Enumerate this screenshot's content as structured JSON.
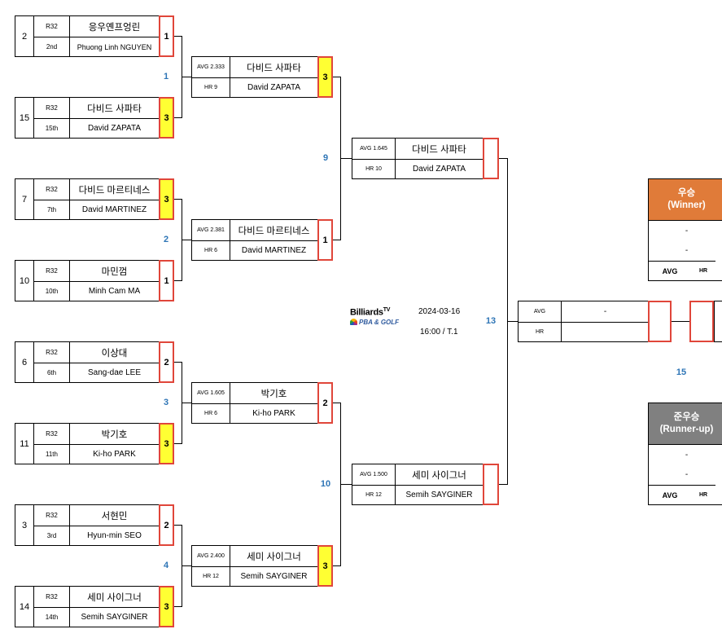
{
  "round_label": "R32",
  "r32": [
    {
      "seed": "2",
      "rank": "2nd",
      "name_ko": "응우옌프엉린",
      "name_en": "Phuong Linh NGUYEN",
      "score": "1",
      "winner": false
    },
    {
      "seed": "15",
      "rank": "15th",
      "name_ko": "다비드 사파타",
      "name_en": "David ZAPATA",
      "score": "3",
      "winner": true
    },
    {
      "seed": "7",
      "rank": "7th",
      "name_ko": "다비드 마르티네스",
      "name_en": "David MARTINEZ",
      "score": "3",
      "winner": true
    },
    {
      "seed": "10",
      "rank": "10th",
      "name_ko": "마민껌",
      "name_en": "Minh Cam MA",
      "score": "1",
      "winner": false
    },
    {
      "seed": "6",
      "rank": "6th",
      "name_ko": "이상대",
      "name_en": "Sang-dae LEE",
      "score": "2",
      "winner": false
    },
    {
      "seed": "11",
      "rank": "11th",
      "name_ko": "박기호",
      "name_en": "Ki-ho PARK",
      "score": "3",
      "winner": true
    },
    {
      "seed": "3",
      "rank": "3rd",
      "name_ko": "서현민",
      "name_en": "Hyun-min SEO",
      "score": "2",
      "winner": false
    },
    {
      "seed": "14",
      "rank": "14th",
      "name_ko": "세미 사이그너",
      "name_en": "Semih SAYGINER",
      "score": "3",
      "winner": true
    }
  ],
  "r16": [
    {
      "avg": "AVG 2.333",
      "hr": "HR 9",
      "name_ko": "다비드 사파타",
      "name_en": "David ZAPATA",
      "score": "3",
      "winner": true
    },
    {
      "avg": "AVG 2.381",
      "hr": "HR 6",
      "name_ko": "다비드 마르티네스",
      "name_en": "David MARTINEZ",
      "score": "1",
      "winner": false
    },
    {
      "avg": "AVG 1.605",
      "hr": "HR 6",
      "name_ko": "박기호",
      "name_en": "Ki-ho PARK",
      "score": "2",
      "winner": false
    },
    {
      "avg": "AVG 2.400",
      "hr": "HR 12",
      "name_ko": "세미 사이그너",
      "name_en": "Semih SAYGINER",
      "score": "3",
      "winner": true
    }
  ],
  "qf": [
    {
      "avg": "AVG 1.645",
      "hr": "HR 10",
      "name_ko": "다비드 사파타",
      "name_en": "David ZAPATA",
      "score": "",
      "winner": false
    },
    {
      "avg": "AVG 1.500",
      "hr": "HR 12",
      "name_ko": "세미 사이그너",
      "name_en": "Semih SAYGINER",
      "score": "",
      "winner": false
    }
  ],
  "sf": {
    "avg": "AVG",
    "hr": "HR",
    "value": "-"
  },
  "match_numbers": {
    "m1": "1",
    "m2": "2",
    "m3": "3",
    "m4": "4",
    "m9": "9",
    "m10": "10",
    "m13": "13",
    "m15": "15"
  },
  "logo": {
    "line1": "Billiards",
    "tv": "TV",
    "line2": "PBA & GOLF"
  },
  "event": {
    "date": "2024-03-16",
    "time_table": "16:00 / T.1"
  },
  "winner_panel": {
    "title_ko": "우승",
    "title_en": "(Winner)",
    "line1": "-",
    "line2": "-",
    "avg": "AVG",
    "hr": "HR",
    "color": "#e07b39"
  },
  "runnerup_panel": {
    "title_ko": "준우승",
    "title_en": "(Runner-up)",
    "line1": "-",
    "line2": "-",
    "avg": "AVG",
    "hr": "HR",
    "color": "#808080"
  }
}
